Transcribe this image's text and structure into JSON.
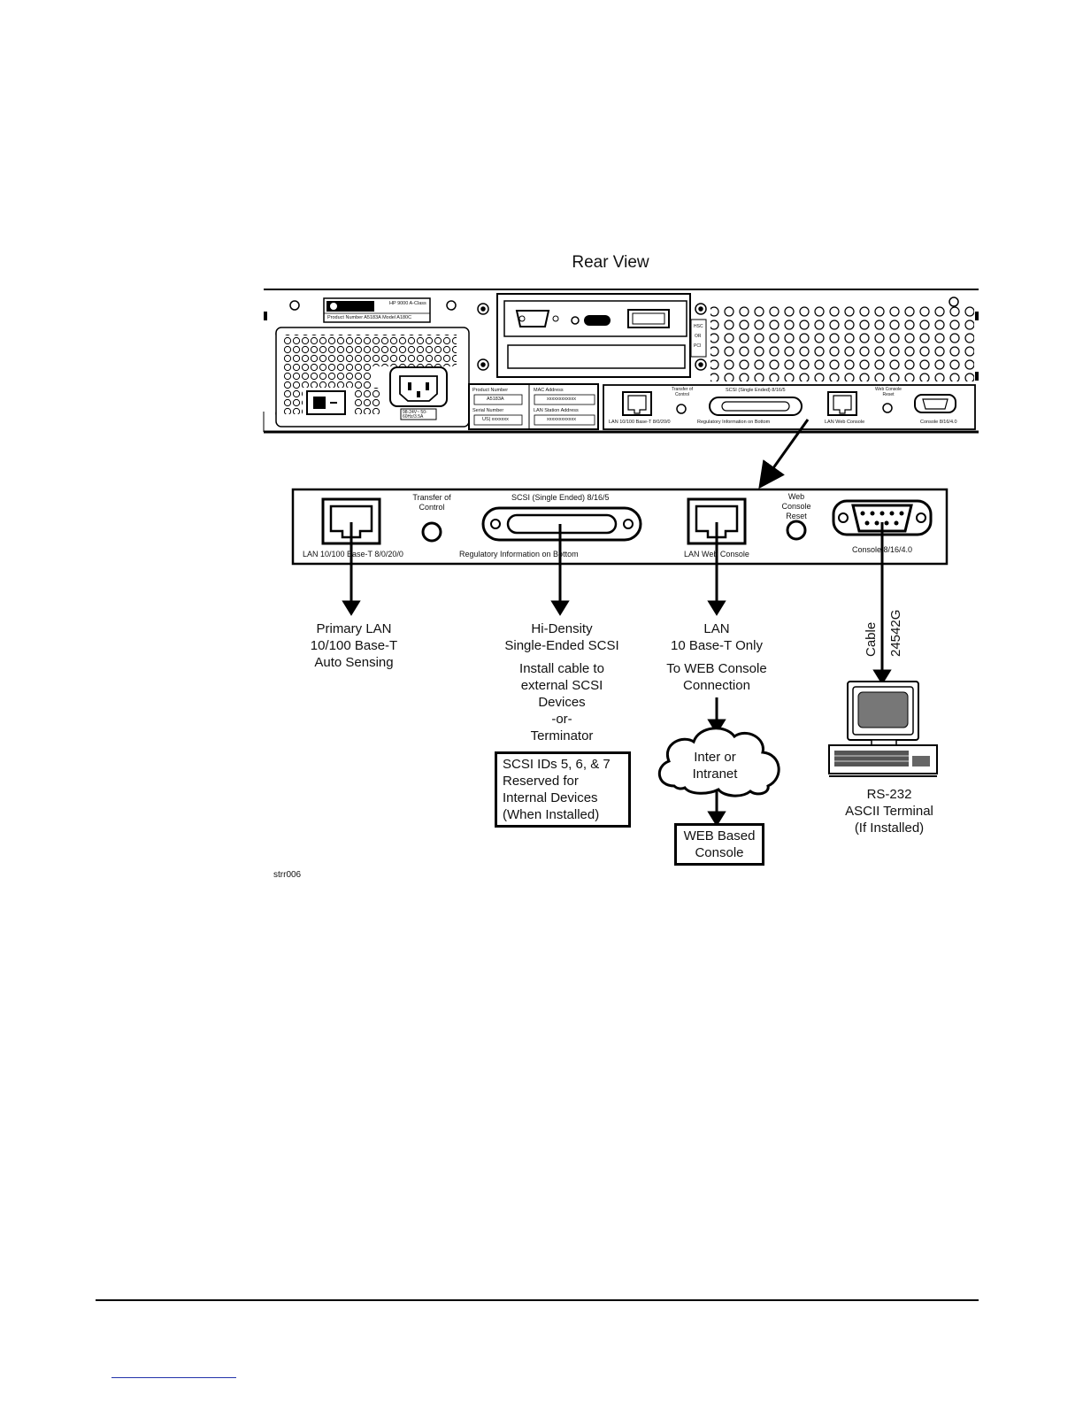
{
  "diagram": {
    "title": "Rear View",
    "figure_id": "strr006",
    "rear_panel": {
      "badge_brand": "HEWLETT PACKARD",
      "badge_model_line": "HP 9000 A-Class",
      "badge_product": "Product Number  A5183A    Model  A180C",
      "power_rating": "98-24V~ 50-60Hz/3.5A",
      "label_product_number": "Product Number",
      "label_product_value": "A5183A",
      "label_serial_number": "Serial Number",
      "label_serial_value": "US| xxxxxxx",
      "label_mac": "MAC Address",
      "label_mac_value": "xxxxxxxxxxxx",
      "label_lan_station": "LAN Station Address",
      "label_lan_station_value": "xxxxxxxxxxxx",
      "slot_label_hsc": "HSC",
      "slot_label_or": "OR",
      "slot_label_pci": "PCI",
      "mini_lan": "LAN 10/100 Base-T 8/0/20/0",
      "mini_toc": "Transfer of Control",
      "mini_scsi": "SCSI (Single Ended) 8/16/5",
      "mini_reg": "Regulatory Information on Bottom",
      "mini_webcon": "LAN Web Console",
      "mini_webreset": "Web Console Reset",
      "mini_console": "Console 8/16/4.0"
    },
    "io_panel": {
      "lan_label": "LAN 10/100 Base-T 8/0/20/0",
      "toc_label": "Transfer of Control",
      "scsi_label": "SCSI (Single Ended) 8/16/5",
      "reg_label": "Regulatory Information on Bottom",
      "web_lan_label": "LAN Web Console",
      "web_reset_label": "Web Console Reset",
      "console_label": "Console 8/16/4.0"
    },
    "callouts": {
      "primary_lan": "Primary LAN\n10/100 Base-T\nAuto Sensing",
      "scsi_title": "Hi-Density\nSingle-Ended SCSI",
      "scsi_note": "Install cable to\nexternal SCSI\nDevices\n-or-\nTerminator",
      "scsi_box": "SCSI IDs 5, 6, & 7\nReserved for\nInternal Devices\n(When Installed)",
      "lan_title": "LAN\n10 Base-T Only",
      "lan_note": "To WEB Console\nConnection",
      "cloud": "Inter or\nIntranet",
      "web_box": "WEB Based\nConsole",
      "cable_label": "Cable",
      "cable_part": "24542G",
      "terminal": "RS-232\nASCII Terminal\n(If Installed)"
    }
  }
}
